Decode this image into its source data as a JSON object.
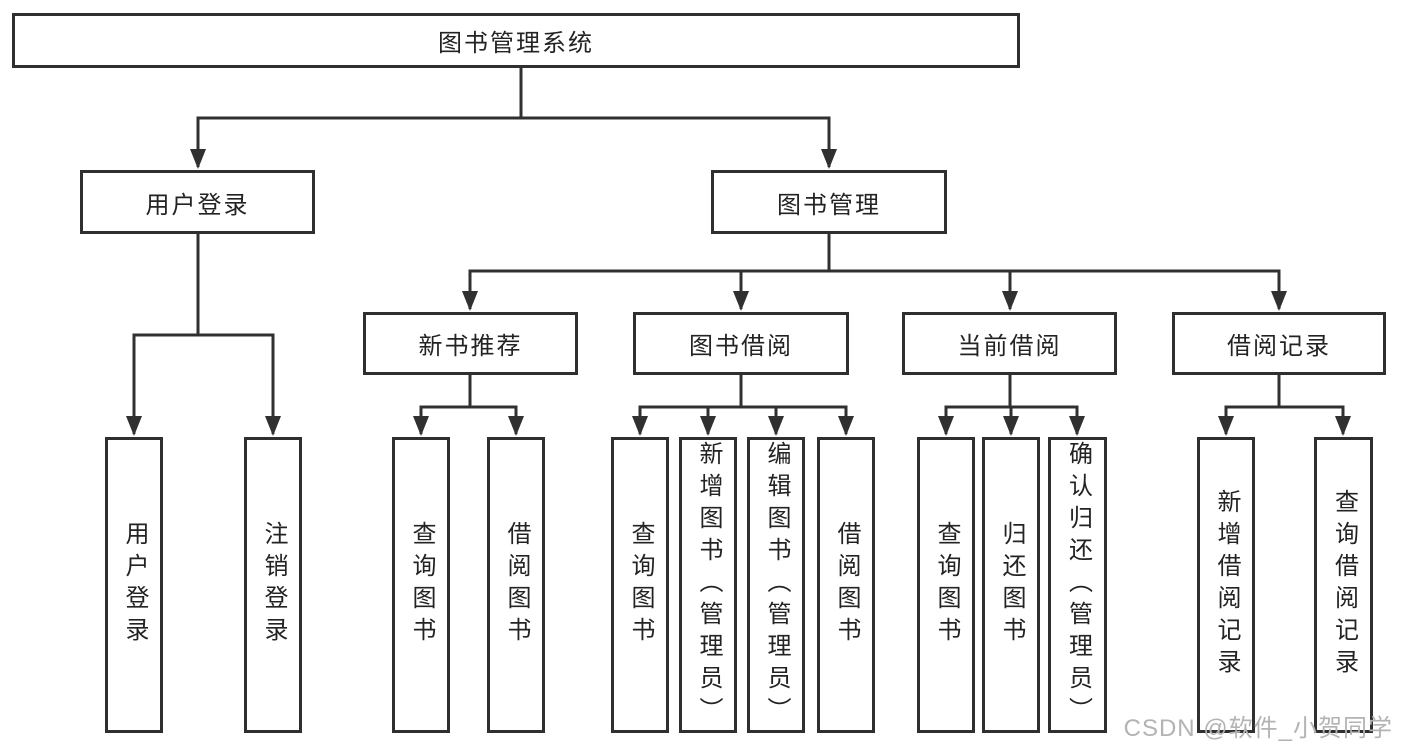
{
  "tree": {
    "root": {
      "label": "图书管理系统",
      "children": [
        {
          "label": "用户登录",
          "children": [
            {
              "label": "用户登录"
            },
            {
              "label": "注销登录"
            }
          ]
        },
        {
          "label": "图书管理",
          "children": [
            {
              "label": "新书推荐",
              "children": [
                {
                  "label": "查询图书"
                },
                {
                  "label": "借阅图书"
                }
              ]
            },
            {
              "label": "图书借阅",
              "children": [
                {
                  "label": "查询图书"
                },
                {
                  "label": "新增图书（管理员）"
                },
                {
                  "label": "编辑图书（管理员）"
                },
                {
                  "label": "借阅图书"
                }
              ]
            },
            {
              "label": "当前借阅",
              "children": [
                {
                  "label": "查询图书"
                },
                {
                  "label": "归还图书"
                },
                {
                  "label": "确认归还（管理员）"
                }
              ]
            },
            {
              "label": "借阅记录",
              "children": [
                {
                  "label": "新增借阅记录"
                },
                {
                  "label": "查询借阅记录"
                }
              ]
            }
          ]
        }
      ]
    }
  },
  "watermark": {
    "text": "CSDN @软件_小贺同学"
  },
  "colors": {
    "line": "#303030",
    "box_border": "#2f2f2f",
    "text": "#232323",
    "background": "#ffffff",
    "watermark": "#b3b3b3"
  }
}
